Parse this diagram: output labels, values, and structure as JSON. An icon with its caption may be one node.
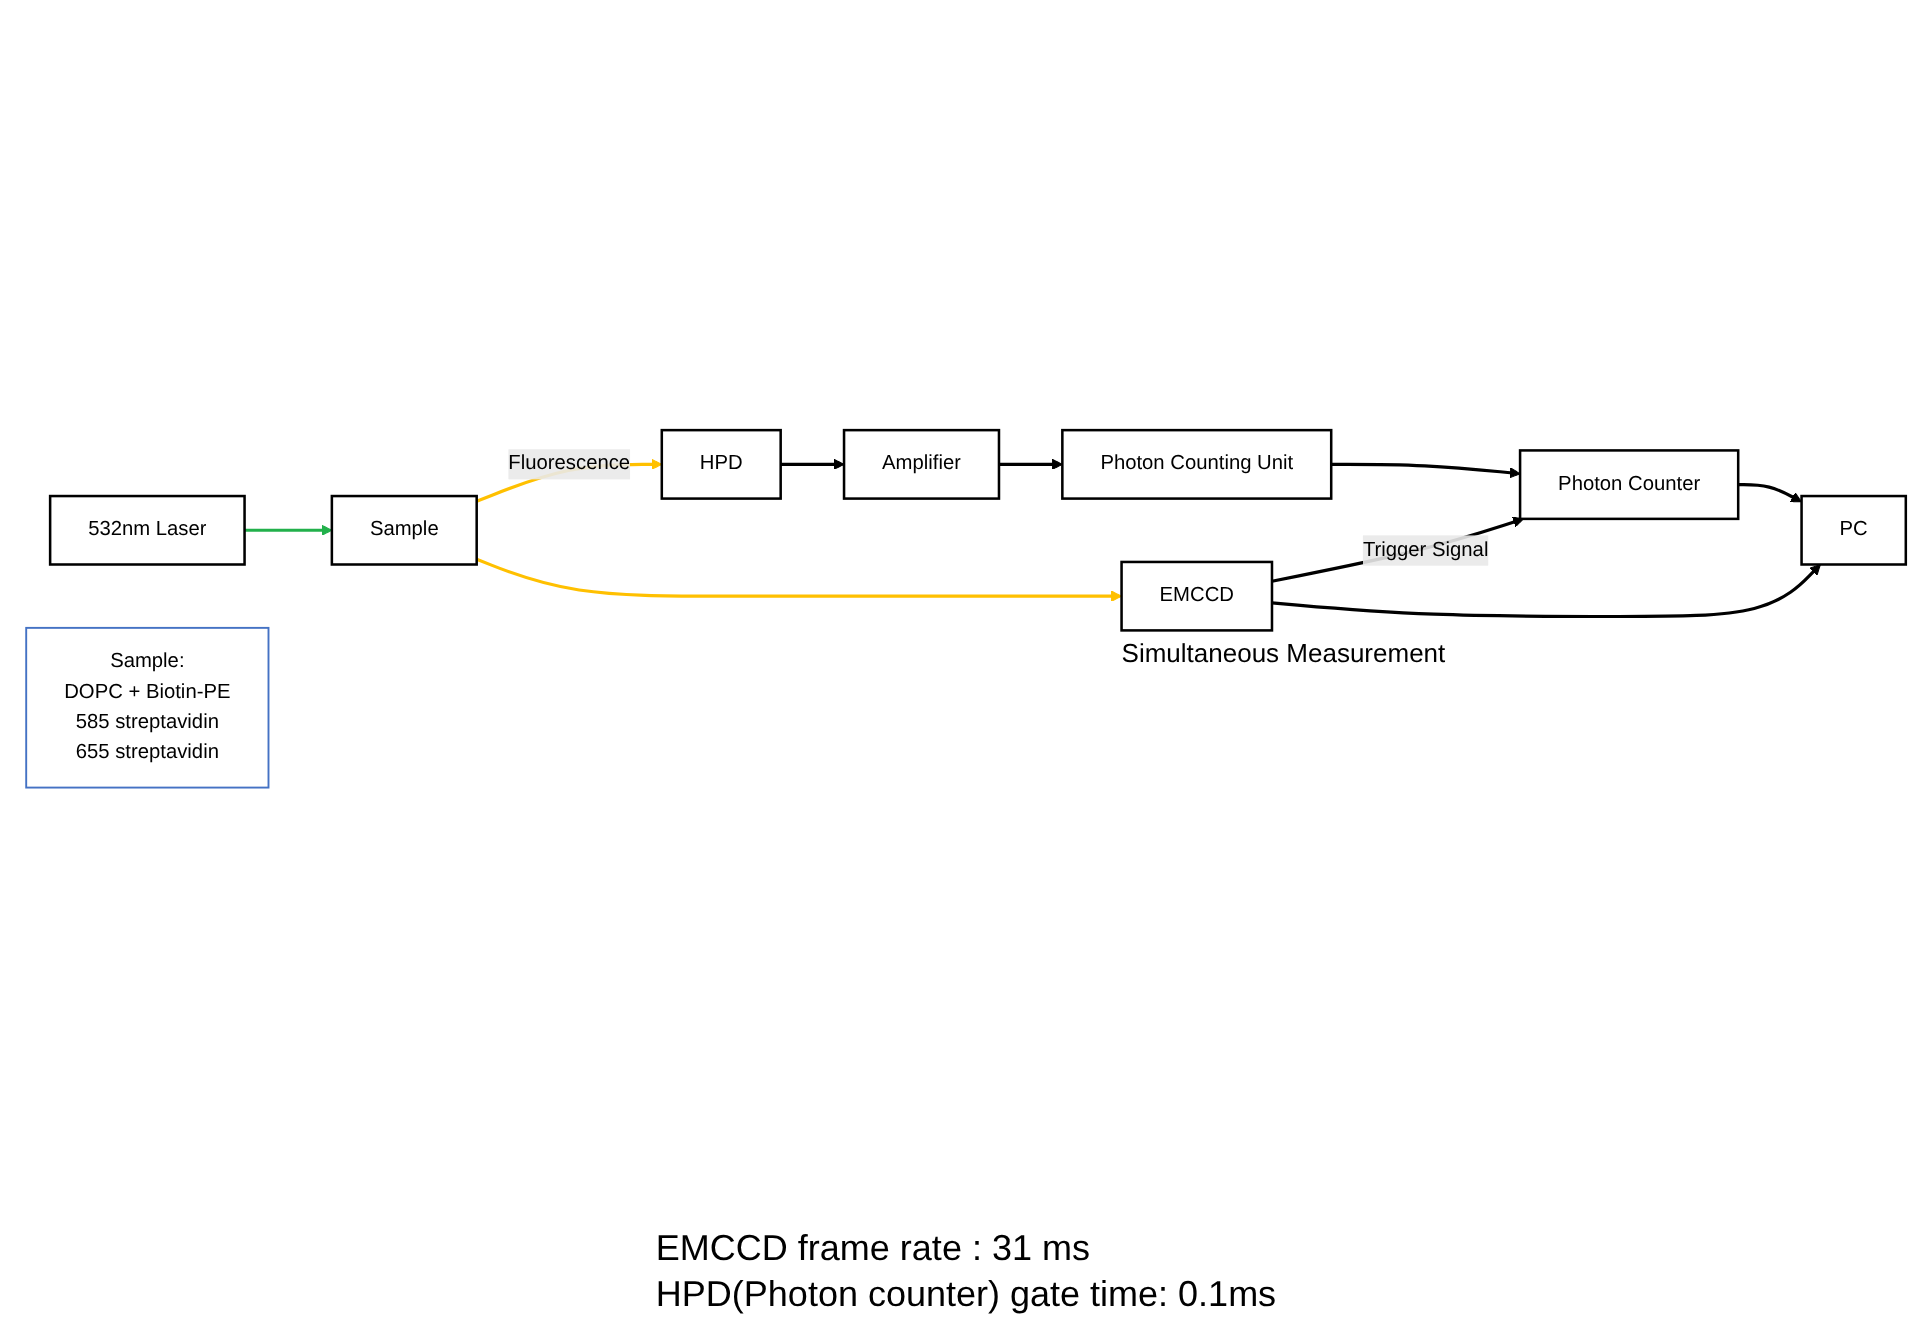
{
  "diagram": {
    "nodes": [
      {
        "text": [
          "532nm Laser"
        ]
      },
      {
        "text": [
          "Sample"
        ]
      },
      {
        "text": [
          "Sample:",
          "DOPC + Biotin-PE",
          "585 streptavidin",
          "655 streptavidin"
        ]
      },
      {
        "text": [
          "HPD"
        ]
      },
      {
        "text": [
          "Amplifier"
        ]
      },
      {
        "text": [
          "Photon Counting Unit"
        ]
      },
      {
        "text": [
          "Photon Counter"
        ]
      },
      {
        "text": [
          "EMCCD"
        ],
        "beside": [
          "Simultaneous Measurement"
        ]
      },
      {
        "text": [
          "PC"
        ]
      }
    ],
    "edges": [
      {
        "from": 0,
        "to": 1,
        "arrow": "to",
        "color": "#22b04b"
      },
      {
        "from": 1,
        "to": 3,
        "arrow": "to",
        "label": "Fluorescence",
        "color": "#ffc000"
      },
      {
        "from": 1,
        "to": 7,
        "arrow": "to",
        "color": "#ffc000"
      },
      {
        "from": 3,
        "to": 4,
        "arrow": "to"
      },
      {
        "from": 4,
        "to": 5,
        "arrow": "to"
      },
      {
        "from": 5,
        "to": 6,
        "arrow": "to"
      },
      {
        "from": 6,
        "to": 8,
        "arrow": "to"
      },
      {
        "from": 7,
        "to": 6,
        "arrow": "to",
        "label": "Trigger Signal"
      },
      {
        "from": 7,
        "to": 8,
        "arrow": "to"
      }
    ],
    "labels": [
      "EMCCD frame rate : 31 ms",
      "HPD(Photon counter) gate time: 0.1ms"
    ]
  }
}
